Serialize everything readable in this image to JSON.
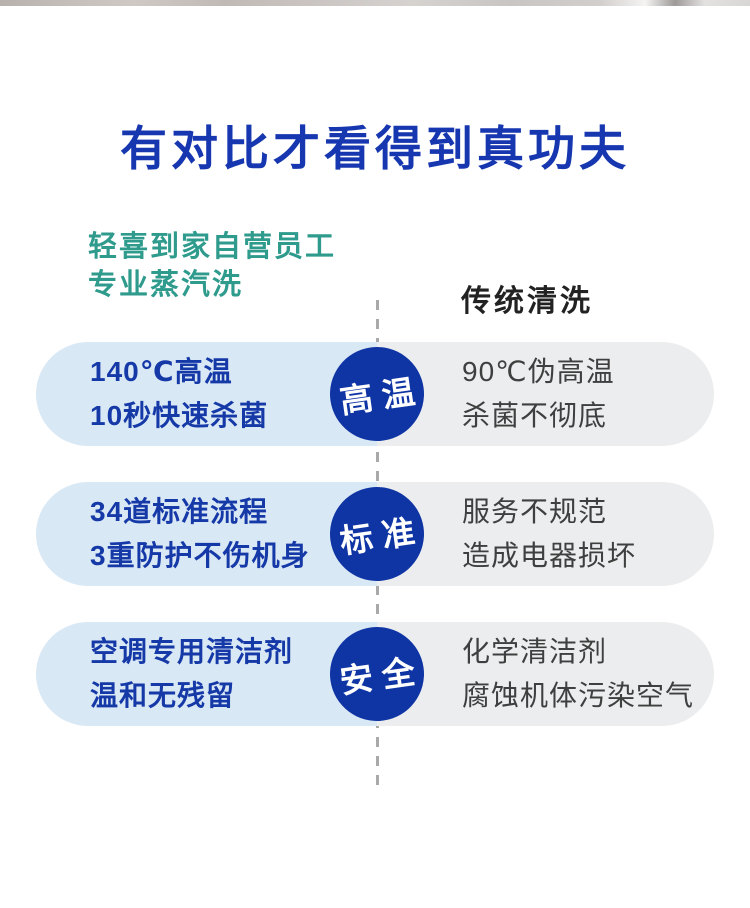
{
  "page": {
    "title": "有对比才看得到真功夫"
  },
  "columns": {
    "left_header_line1": "轻喜到家自营员工",
    "left_header_line2": "专业蒸汽洗",
    "right_header": "传统清洗"
  },
  "comparison": {
    "rows": [
      {
        "badge": "高 温",
        "left_line1": "140℃高温",
        "left_line2": "10秒快速杀菌",
        "right_line1": "90℃伪高温",
        "right_line2": "杀菌不彻底"
      },
      {
        "badge": "标 准",
        "left_line1": "34道标准流程",
        "left_line2": "3重防护不伤机身",
        "right_line1": "服务不规范",
        "right_line2": "造成电器损坏"
      },
      {
        "badge": "安 全",
        "left_line1": "空调专用清洁剂",
        "left_line2": "温和无残留",
        "right_line1": "化学清洁剂",
        "right_line2": "腐蚀机体污染空气"
      }
    ]
  },
  "colors": {
    "title_blue": "#1637b0",
    "brand_teal": "#2f9b8d",
    "badge_blue": "#0f35a4",
    "left_pill_bg": "#d9e8f5",
    "right_pill_bg": "#ebedee",
    "left_text_blue": "#1639a8",
    "right_text_gray": "#3f3f3f",
    "dash_gray": "#a9a9a9"
  }
}
